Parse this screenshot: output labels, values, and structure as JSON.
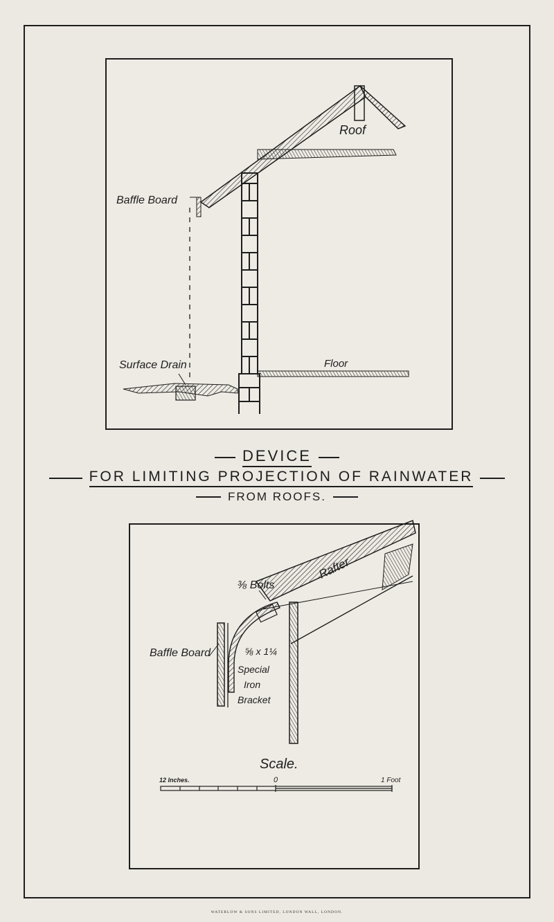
{
  "top_figure": {
    "labels": {
      "roof": "Roof",
      "baffle_board": "Baffle Board",
      "surface_drain": "Surface Drain",
      "floor": "Floor"
    }
  },
  "title": {
    "device": "DEVICE",
    "limiting_line": "FOR LIMITING PROJECTION OF RAINWATER",
    "from_line": "FROM ROOFS."
  },
  "bottom_figure": {
    "labels": {
      "bolts": "⅜ Bolts",
      "rafter": "Rafter",
      "baffle_board": "Baffle Board",
      "bar_size": "⅝ x 1¼",
      "special": "Special",
      "iron": "Iron",
      "bracket": "Bracket",
      "scale": "Scale.",
      "scale_left": "12 Inches.",
      "scale_zero": "0",
      "scale_right": "1 Foot"
    }
  },
  "imprint": "WATERLOW & SONS LIMITED, LONDON WALL, LONDON."
}
